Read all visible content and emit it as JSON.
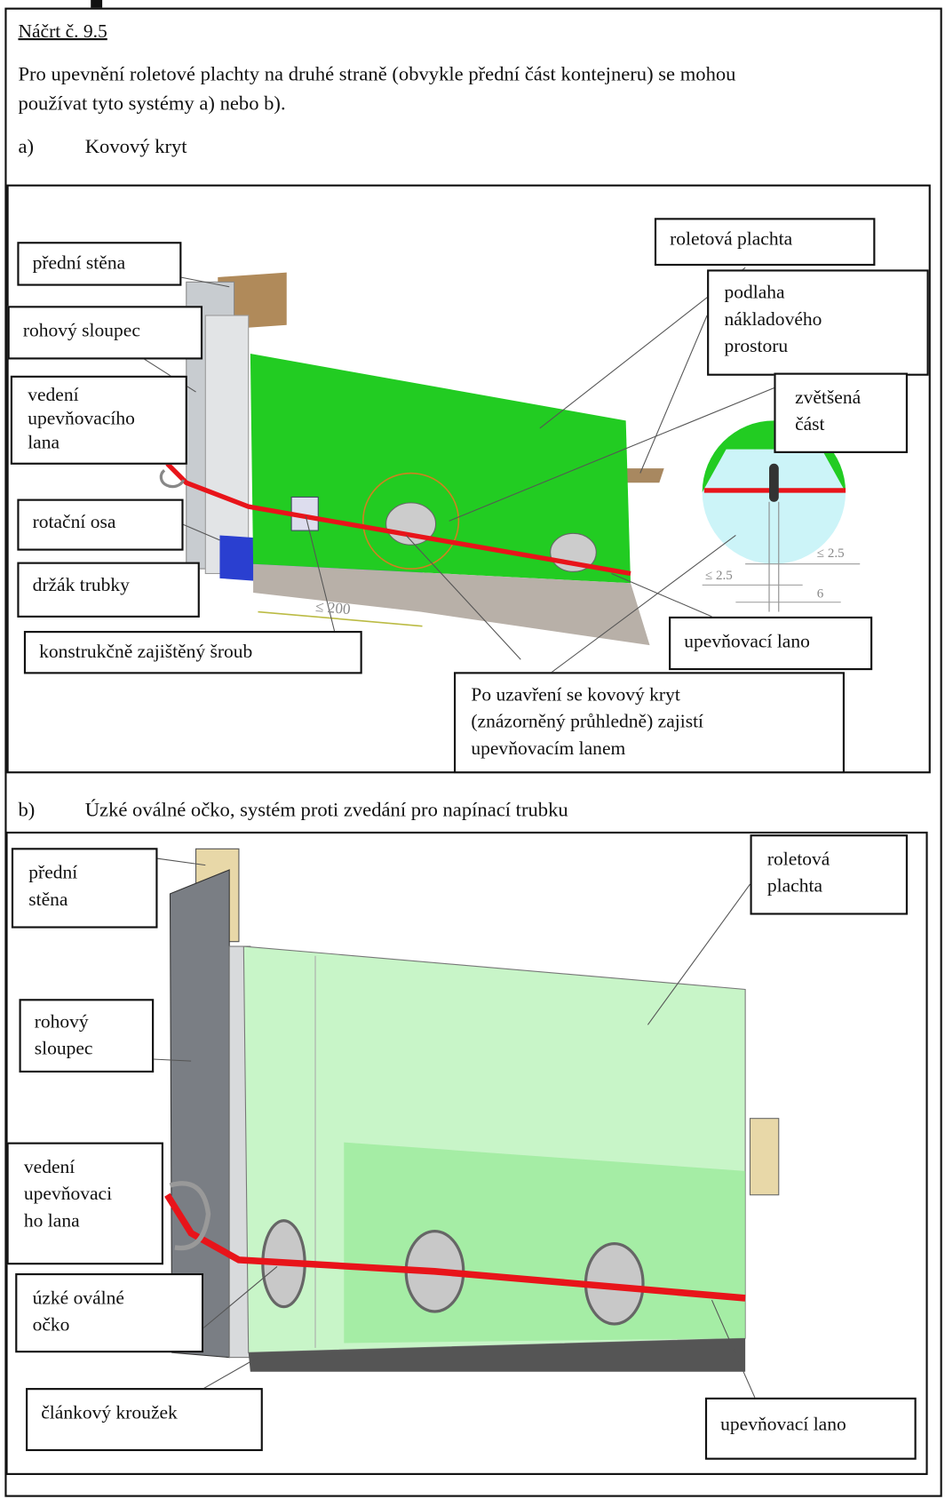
{
  "title": "Náčrt č. 9.5",
  "intro": [
    "Pro upevnění roletové plachty na  druhé straně (obvykle přední část kontejneru) se mohou",
    "používat tyto systémy a) nebo b)."
  ],
  "section_a": {
    "marker": "a)",
    "heading": "Kovový kryt",
    "labels": {
      "front_wall": "přední stěna",
      "corner_post": "rohový sloupec",
      "rope_guide": [
        "vedení",
        "upevňovacího",
        "lana"
      ],
      "rotation_axis": "rotační osa",
      "tube_holder": "držák trubky",
      "secured_screw": "konstrukčně zajištěný šroub",
      "roller_tarp": "roletová plachta",
      "cargo_floor": [
        "podlaha",
        "nákladového",
        "prostoru"
      ],
      "enlarged_part": [
        "zvětšená",
        "část"
      ],
      "fixing_rope": "upevňovací lano",
      "note": [
        "Po uzavření se kovový kryt",
        "(znázorněný průhledně) zajistí",
        "upevňovacím lanem"
      ]
    },
    "dimensions": {
      "spacing": "≤ 200",
      "dim1": "≤ 2.5",
      "dim2": "≤ 2.5",
      "dim3": "6"
    }
  },
  "section_b": {
    "marker": "b)",
    "heading": "Úzké oválné očko, systém proti zvedání pro napínací trubku",
    "labels": {
      "front_wall": [
        "přední",
        "stěna"
      ],
      "corner_post": [
        "rohový",
        "sloupec"
      ],
      "rope_guide": [
        "vedení",
        "upevňovaci",
        "ho lana"
      ],
      "oval_eyelet": [
        "úzké oválné",
        "očko"
      ],
      "link_ring": "článkový kroužek",
      "roller_tarp": [
        "roletová",
        "plachta"
      ],
      "fixing_rope": "upevňovací lano"
    }
  },
  "colors": {
    "tarp_a": "#22cc22",
    "tarp_b": "#c8f5c8",
    "rope": "#e8141a",
    "wood": "#c8a878"
  }
}
